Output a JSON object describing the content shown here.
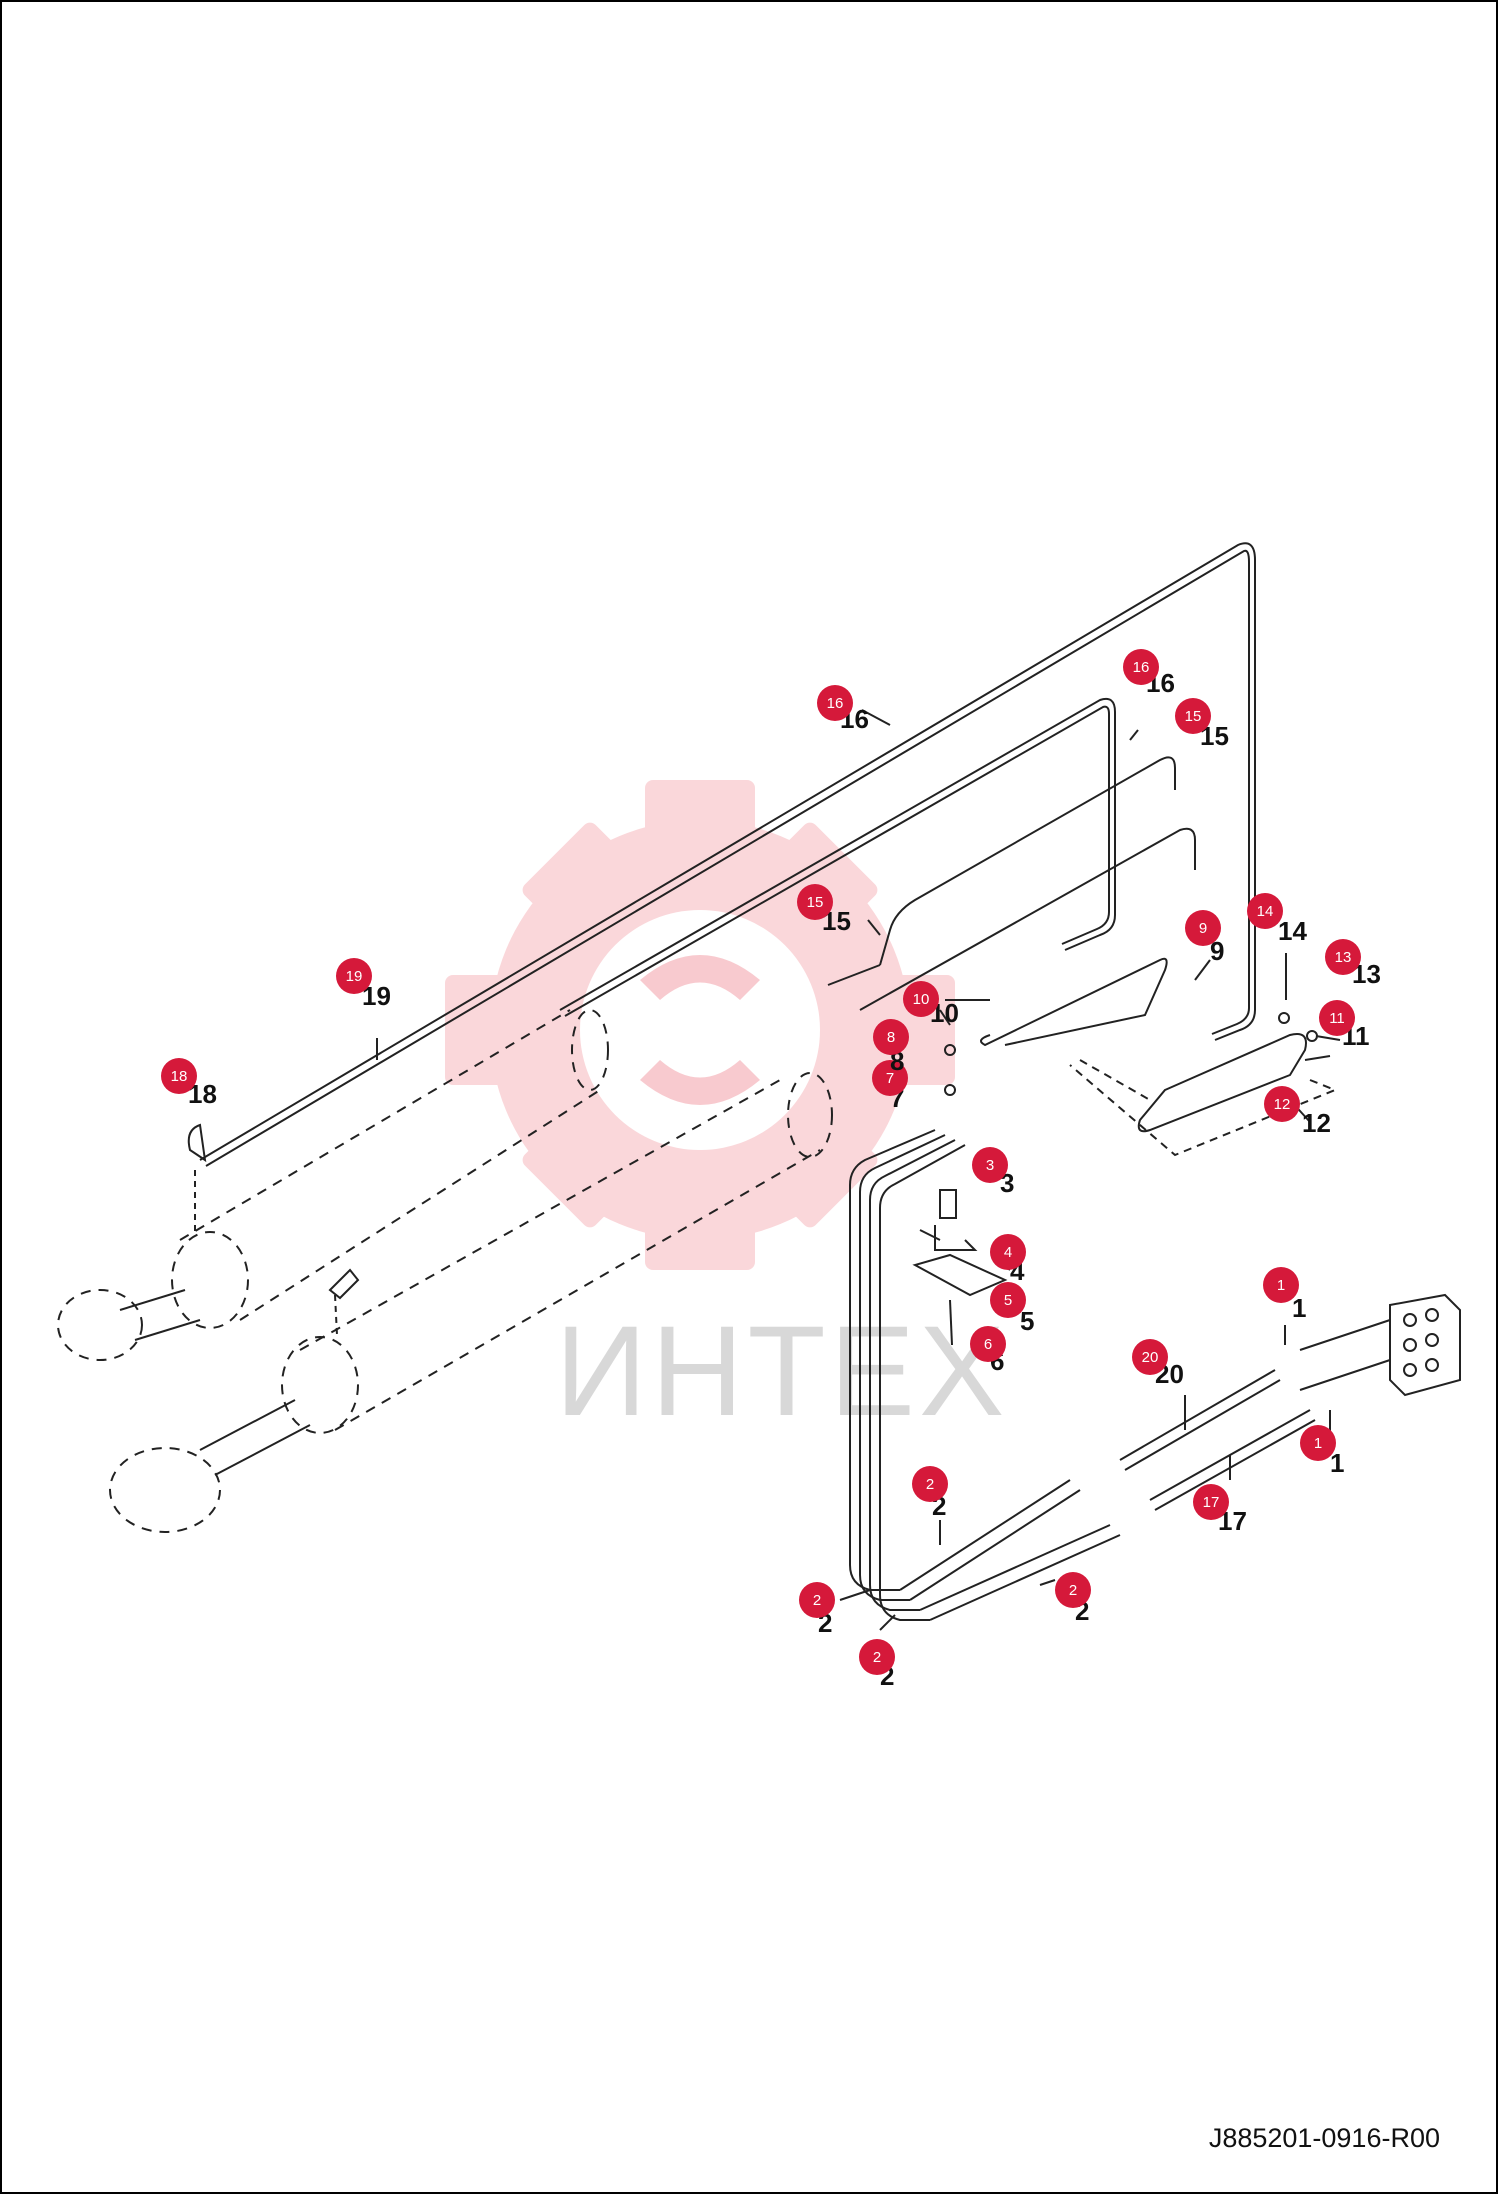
{
  "document_code": "J885201-0916-R00",
  "watermark": {
    "text": "ИНТЕХ",
    "color": "#f7b8bd"
  },
  "badge_color": "#d5193a",
  "callouts": [
    {
      "label": "1",
      "badge": "1"
    },
    {
      "label": "1",
      "badge": "1"
    },
    {
      "label": "2",
      "badge": "2"
    },
    {
      "label": "2",
      "badge": "2"
    },
    {
      "label": "2",
      "badge": "2"
    },
    {
      "label": "2",
      "badge": "2"
    },
    {
      "label": "3",
      "badge": "3"
    },
    {
      "label": "4",
      "badge": "4"
    },
    {
      "label": "5",
      "badge": "5"
    },
    {
      "label": "6",
      "badge": "6"
    },
    {
      "label": "7",
      "badge": "7"
    },
    {
      "label": "8",
      "badge": "8"
    },
    {
      "label": "9",
      "badge": "9"
    },
    {
      "label": "10",
      "badge": "10"
    },
    {
      "label": "11",
      "badge": "11"
    },
    {
      "label": "12",
      "badge": "12"
    },
    {
      "label": "13",
      "badge": "13"
    },
    {
      "label": "14",
      "badge": "14"
    },
    {
      "label": "15",
      "badge": "15"
    },
    {
      "label": "15",
      "badge": "15"
    },
    {
      "label": "16",
      "badge": "16"
    },
    {
      "label": "16",
      "badge": "16"
    },
    {
      "label": "17",
      "badge": "17"
    },
    {
      "label": "18",
      "badge": "18"
    },
    {
      "label": "19",
      "badge": "19"
    },
    {
      "label": "20",
      "badge": "20"
    }
  ]
}
